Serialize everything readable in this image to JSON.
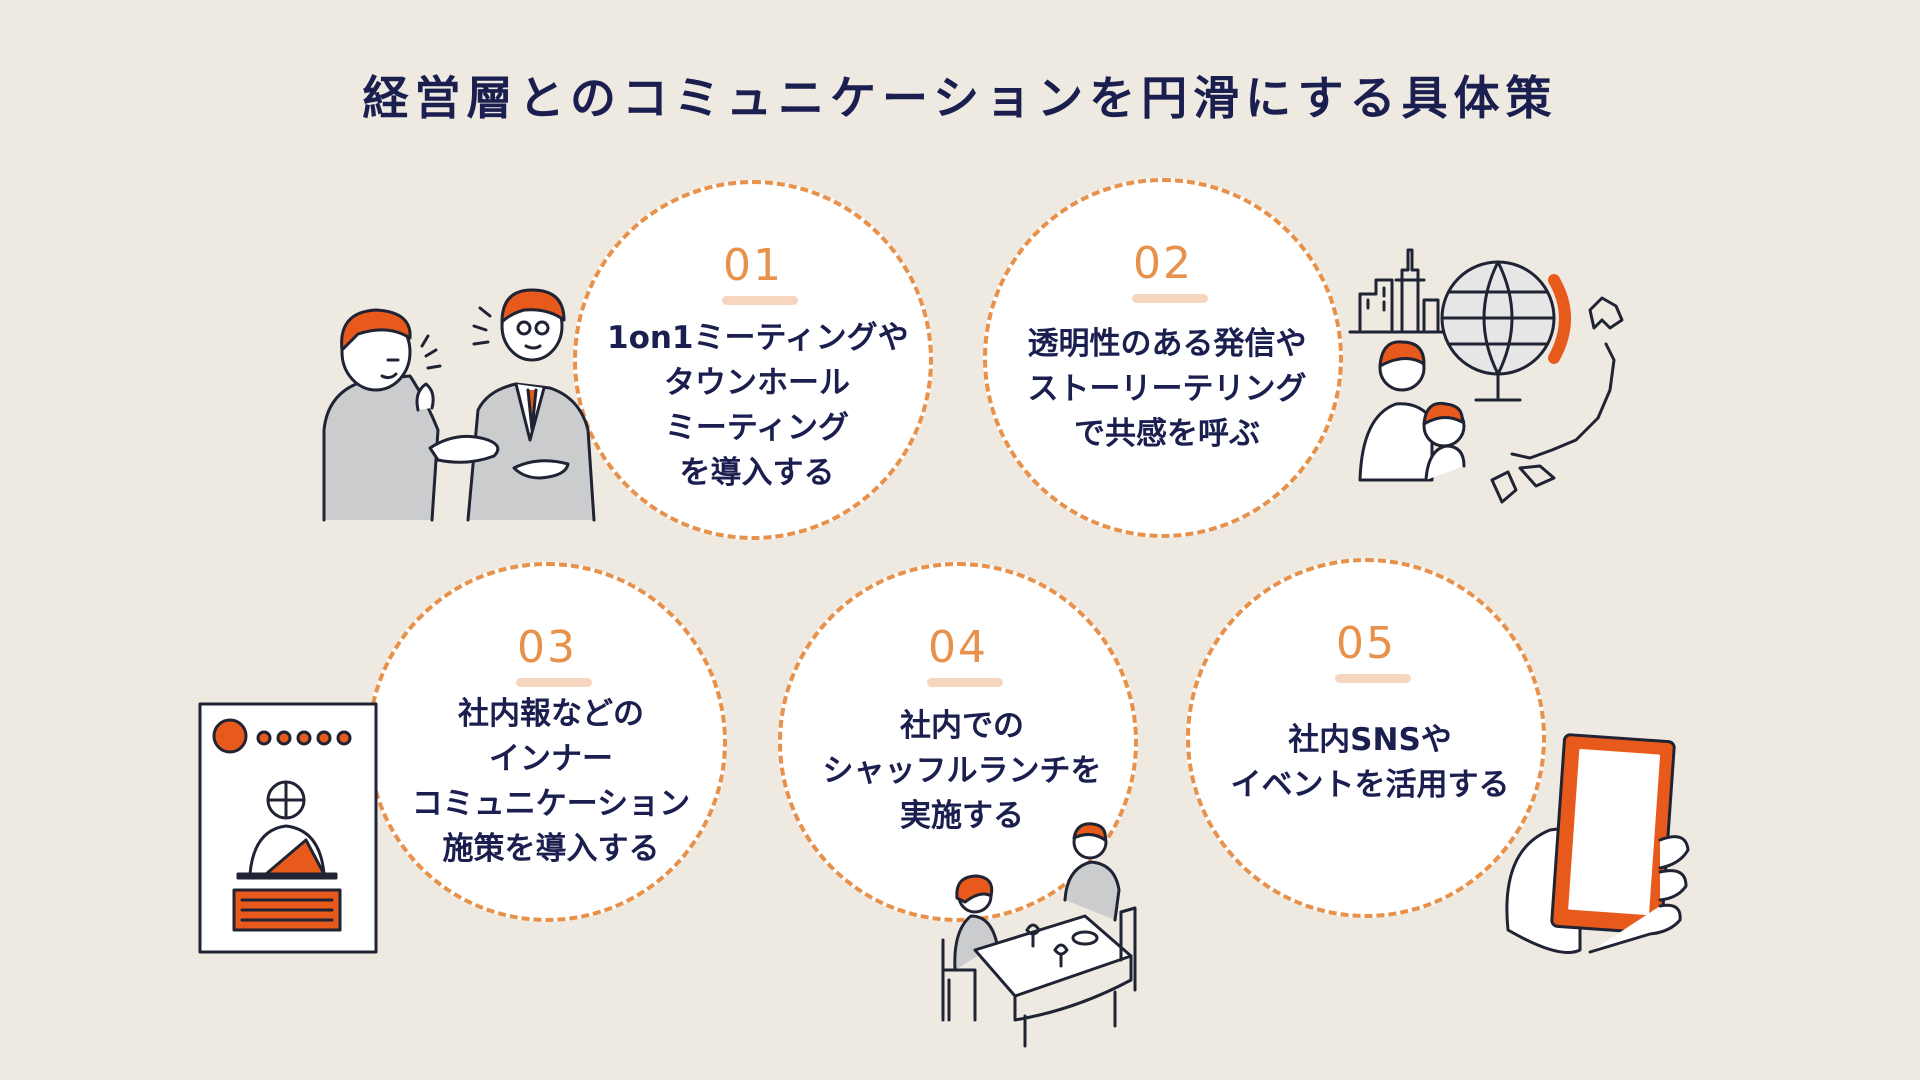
{
  "title": "経営層とのコミュニケーションを円滑にする具体策",
  "items": [
    {
      "num": "01",
      "lines": [
        "1on1ミーティングや",
        "タウンホール",
        "ミーティング",
        "を導入する"
      ]
    },
    {
      "num": "02",
      "lines": [
        "透明性のある発信や",
        "ストーリーテリング",
        "で共感を呼ぶ"
      ]
    },
    {
      "num": "03",
      "lines": [
        "社内報などの",
        "インナー",
        "コミュニケーション",
        "施策を導入する"
      ]
    },
    {
      "num": "04",
      "lines": [
        "社内での",
        "シャッフルランチを",
        "実施する"
      ]
    },
    {
      "num": "05",
      "lines": [
        "社内SNSや",
        "イベントを活用する"
      ]
    }
  ],
  "colors": {
    "accent": "#e8914a",
    "navy": "#1b1f4f",
    "orange": "#e85a1c",
    "background": "#efeae1"
  },
  "illustrations": [
    "handshake-people-icon",
    "family-globe-japan-map-icon",
    "newsletter-icon",
    "shuffle-lunch-icon",
    "smartphone-hand-icon"
  ]
}
